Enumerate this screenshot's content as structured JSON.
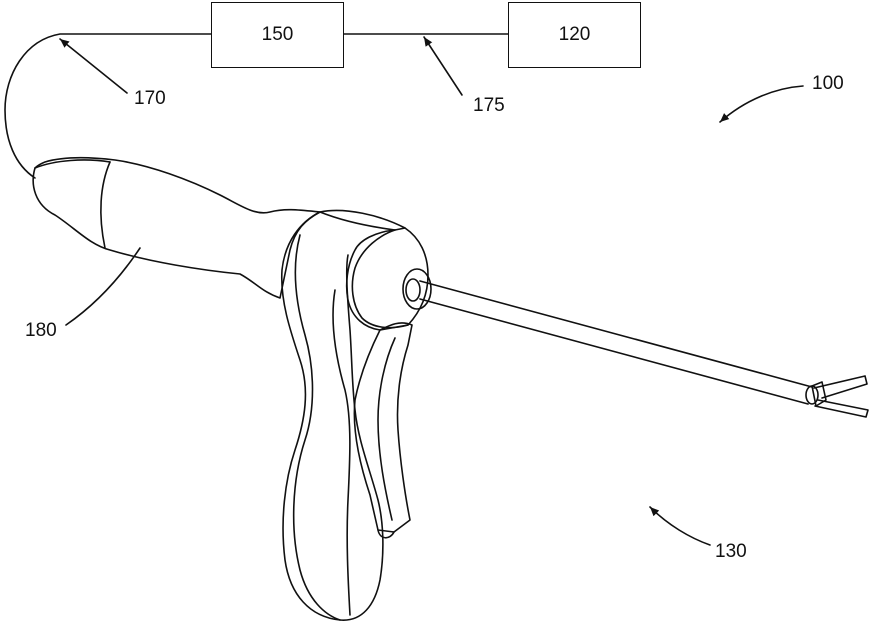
{
  "figure": {
    "line_color": "#111111",
    "background": "#ffffff"
  },
  "blocks": {
    "block_150": "150",
    "block_120": "120"
  },
  "reference_numerals": {
    "system": "100",
    "cable_1": "170",
    "cable_2": "175",
    "handle": "180",
    "instrument": "130"
  }
}
